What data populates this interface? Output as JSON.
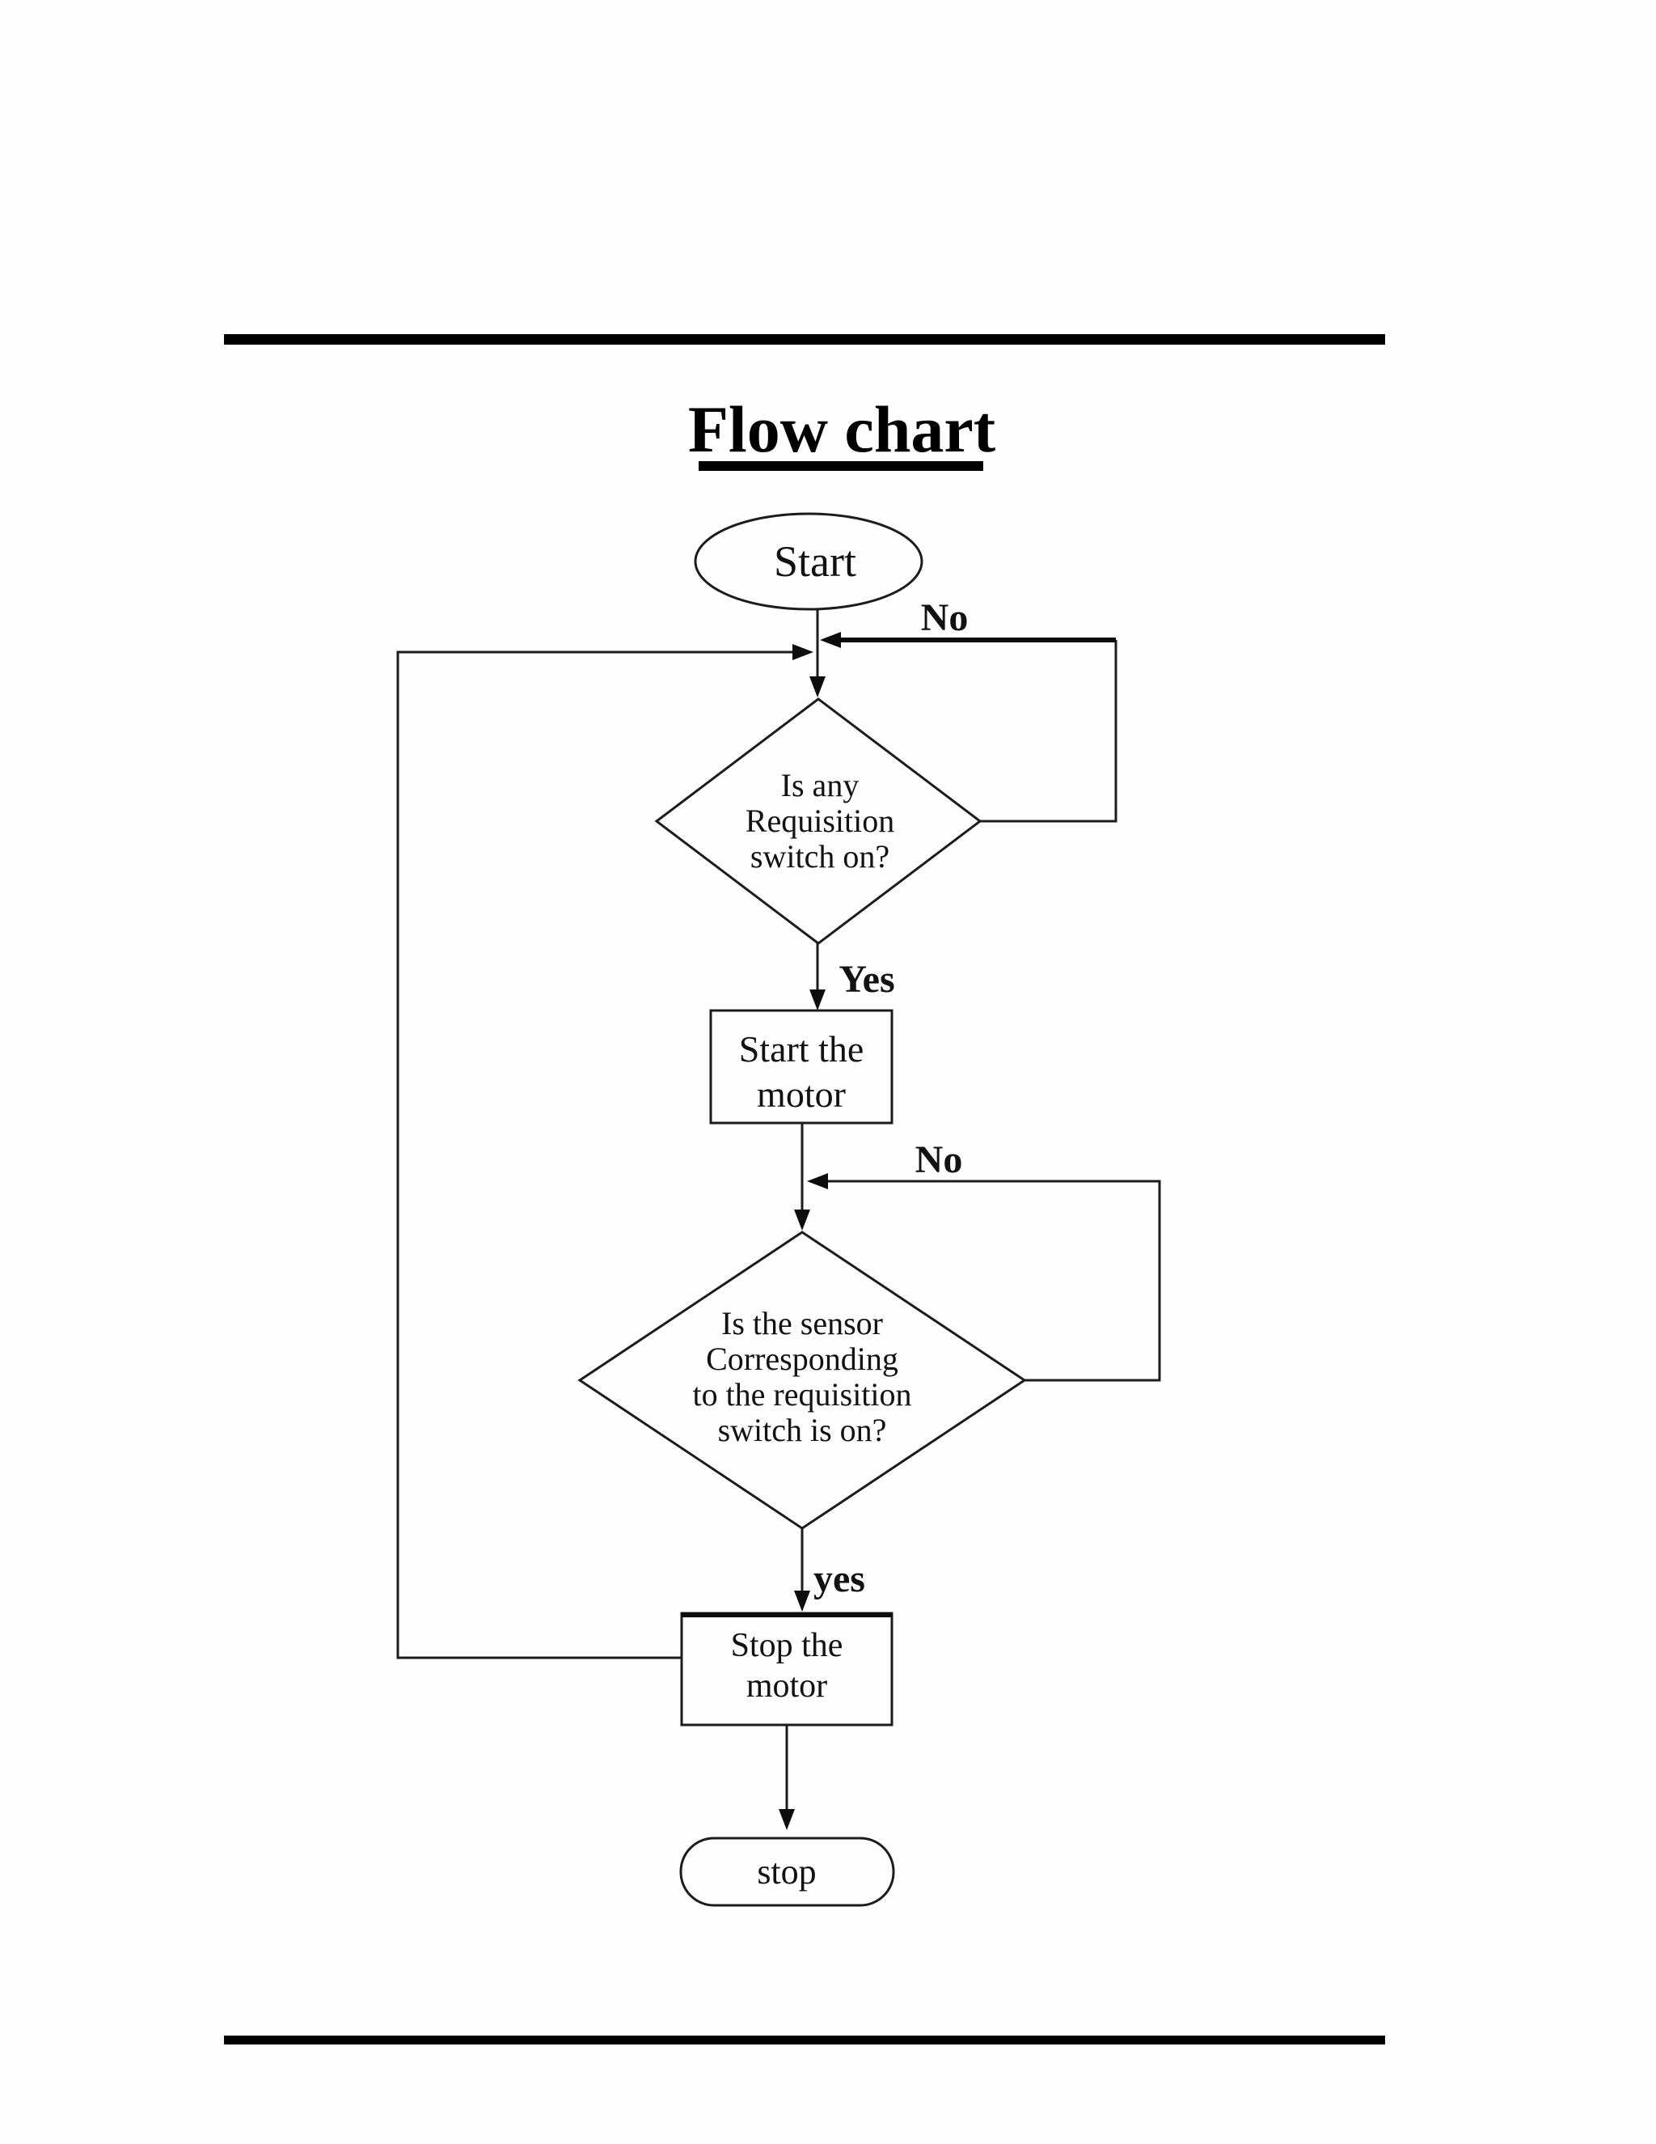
{
  "page": {
    "title": "Flow chart"
  },
  "flowchart": {
    "start": {
      "label": "Start"
    },
    "decision_requisition": {
      "line1": "Is any",
      "line2": "Requisition",
      "line3": "switch on?"
    },
    "label_no_1": "No",
    "label_yes_1": "Yes",
    "process_start_motor": {
      "line1": "Start the",
      "line2": "motor"
    },
    "label_no_2": "No",
    "decision_sensor": {
      "line1": "Is the sensor",
      "line2": "Corresponding",
      "line3": "to the requisition",
      "line4": "switch is on?"
    },
    "label_yes_2": "yes",
    "process_stop_motor": {
      "line1": "Stop the",
      "line2": "motor"
    },
    "end": {
      "label": "stop"
    }
  },
  "colors": {
    "ink": "#1c1c1c",
    "text": "#121212",
    "rule": "#000000",
    "background": "#ffffff"
  }
}
